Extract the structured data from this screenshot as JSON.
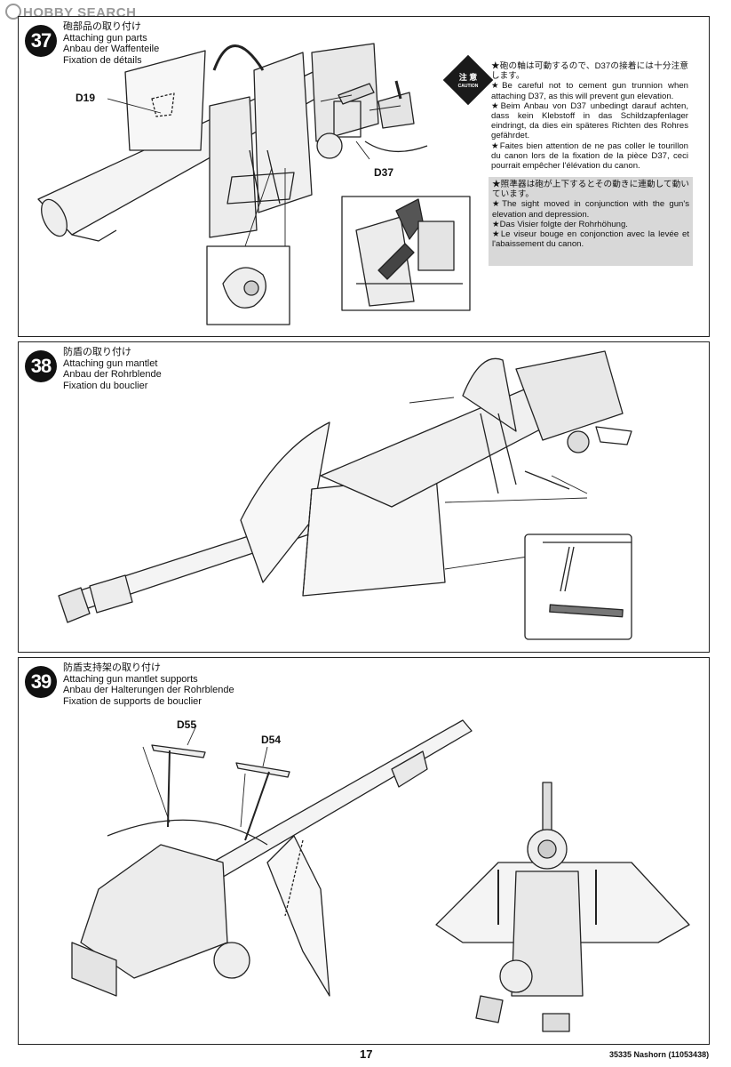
{
  "watermark": "HOBBY SEARCH",
  "steps": [
    {
      "number": "37",
      "title_jp": "砲部品の取り付け",
      "title_en": "Attaching gun parts",
      "title_de": "Anbau der Waffenteile",
      "title_fr": "Fixation de détails",
      "parts": [
        "D19",
        "D37"
      ],
      "caution_badge": {
        "jp": "注 意",
        "en": "CAUTION"
      },
      "caution_notes": [
        "★砲の軸は可動するので、D37の接着には十分注意します。",
        "★Be careful not to cement gun trunnion when attaching D37, as this will prevent gun elevation.",
        "★Beim Anbau von D37 unbedingt darauf achten, dass kein Klebstoff in das Schildzapfenlager eindringt, da dies ein späteres Richten des Rohres gefährdet.",
        "★Faites bien attention de ne pas coller le tourillon du canon lors de la fixation de la pièce D37, ceci pourrait empêcher l'élévation du canon."
      ],
      "info_notes": [
        "★照準器は砲が上下するとその動きに連動して動いています。",
        "★The sight moved in conjunction with the gun's elevation and depression.",
        "★Das Visier folgte der Rohrhöhung.",
        "★Le viseur bouge en conjonction avec la levée et l'abaissement du canon."
      ]
    },
    {
      "number": "38",
      "title_jp": "防盾の取り付け",
      "title_en": "Attaching gun mantlet",
      "title_de": "Anbau der Rohrblende",
      "title_fr": "Fixation du bouclier"
    },
    {
      "number": "39",
      "title_jp": "防盾支持架の取り付け",
      "title_en": "Attaching gun mantlet supports",
      "title_de": "Anbau der Halterungen der Rohrblende",
      "title_fr": "Fixation de supports de bouclier",
      "parts": [
        "D55",
        "D54"
      ]
    }
  ],
  "footer": {
    "page": "17",
    "code": "35335  Nashorn (11053438)"
  }
}
